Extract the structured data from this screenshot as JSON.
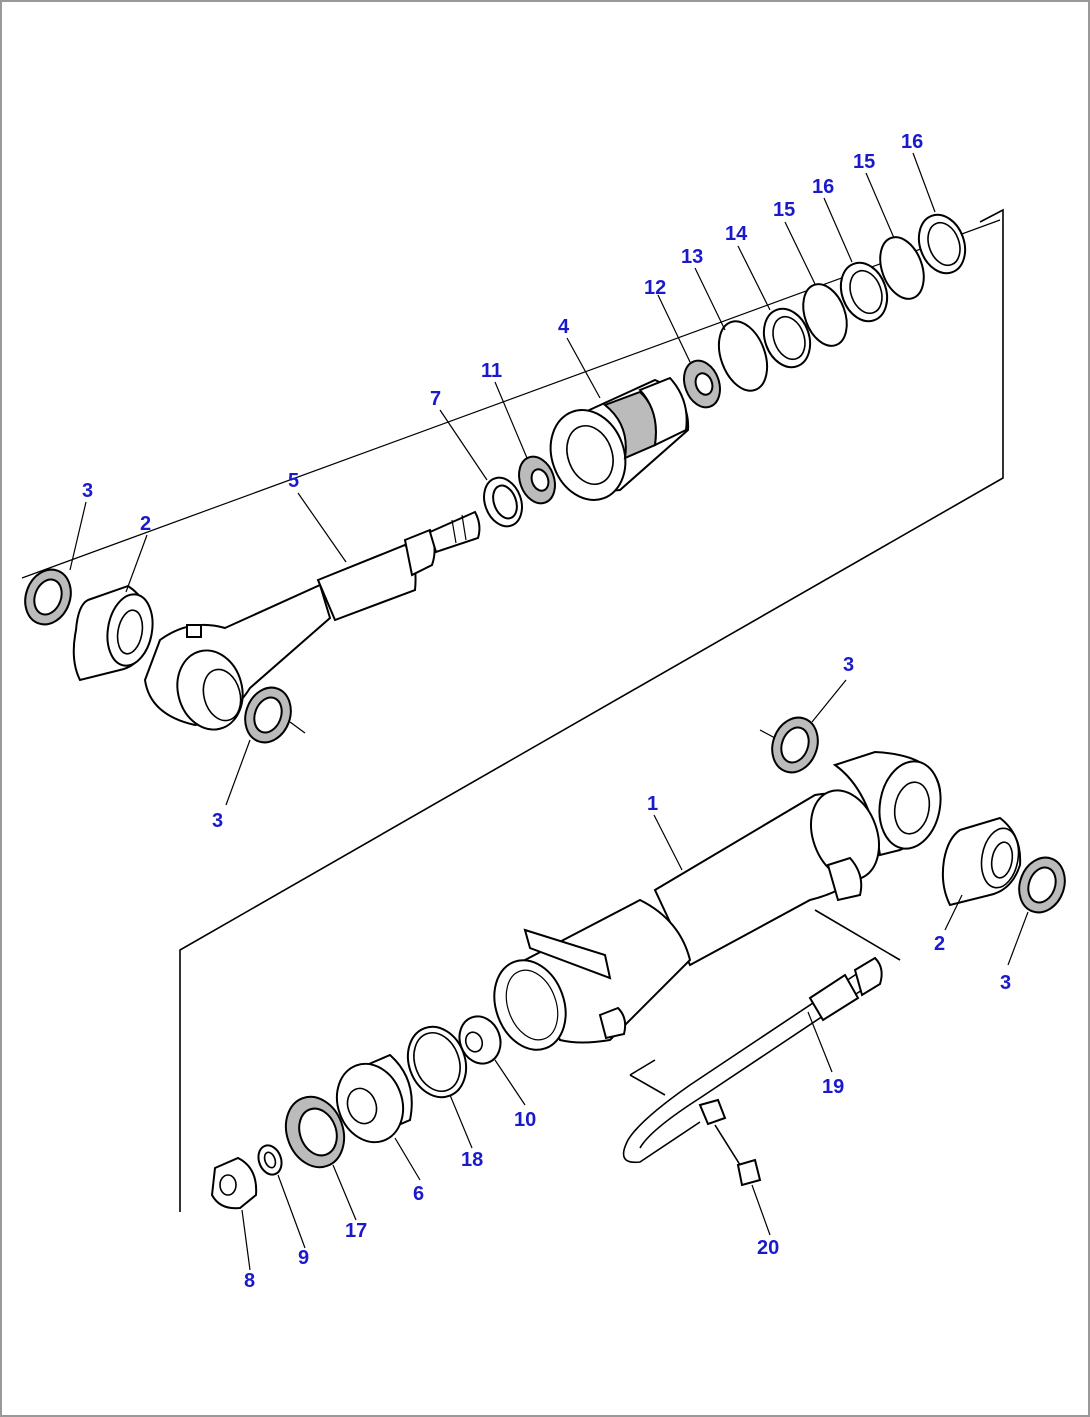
{
  "diagram": {
    "type": "exploded-parts-view",
    "callouts": [
      {
        "id": "c16a",
        "label": "16"
      },
      {
        "id": "c15a",
        "label": "15"
      },
      {
        "id": "c16b",
        "label": "16"
      },
      {
        "id": "c15b",
        "label": "15"
      },
      {
        "id": "c14",
        "label": "14"
      },
      {
        "id": "c13",
        "label": "13"
      },
      {
        "id": "c12",
        "label": "12"
      },
      {
        "id": "c4",
        "label": "4"
      },
      {
        "id": "c11",
        "label": "11"
      },
      {
        "id": "c7",
        "label": "7"
      },
      {
        "id": "c5",
        "label": "5"
      },
      {
        "id": "c3a",
        "label": "3"
      },
      {
        "id": "c2a",
        "label": "2"
      },
      {
        "id": "c3b",
        "label": "3"
      },
      {
        "id": "c3c",
        "label": "3"
      },
      {
        "id": "c1",
        "label": "1"
      },
      {
        "id": "c2b",
        "label": "2"
      },
      {
        "id": "c3d",
        "label": "3"
      },
      {
        "id": "c19",
        "label": "19"
      },
      {
        "id": "c10",
        "label": "10"
      },
      {
        "id": "c18",
        "label": "18"
      },
      {
        "id": "c6",
        "label": "6"
      },
      {
        "id": "c17",
        "label": "17"
      },
      {
        "id": "c9",
        "label": "9"
      },
      {
        "id": "c8",
        "label": "8"
      },
      {
        "id": "c20",
        "label": "20"
      }
    ],
    "colors": {
      "callout_text": "#1a1acc",
      "outline": "#000000",
      "border": "#999999"
    }
  }
}
